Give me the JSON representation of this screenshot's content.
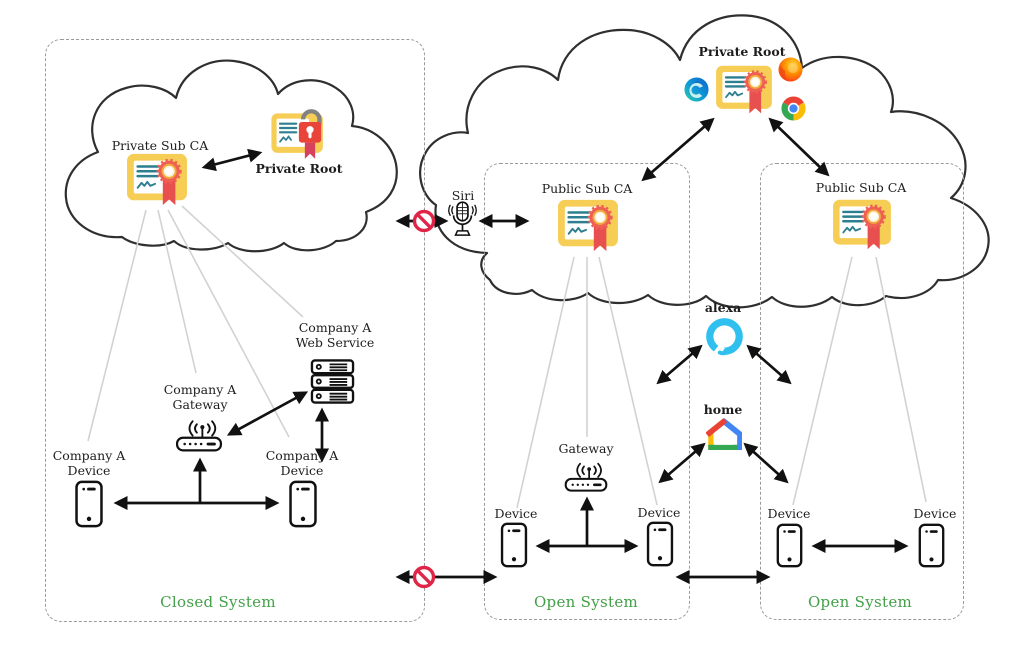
{
  "closed": {
    "system_label": "Closed System",
    "private_sub_ca": "Private Sub CA",
    "private_root": "Private Root",
    "web_service": "Company A\nWeb Service",
    "gateway": "Company A\nGateway",
    "device_left": "Company A\nDevice",
    "device_right": "Company A\nDevice"
  },
  "cloud_public": {
    "private_root": "Private Root",
    "browser_icons": [
      "edge-icon",
      "firefox-icon",
      "chrome-icon"
    ]
  },
  "siri": "Siri",
  "open1": {
    "system_label": "Open System",
    "public_sub_ca": "Public Sub CA",
    "gateway": "Gateway",
    "device_left": "Device",
    "device_right": "Device"
  },
  "assistants": {
    "alexa": "alexa",
    "home": "home"
  },
  "open2": {
    "system_label": "Open System",
    "public_sub_ca": "Public Sub CA",
    "device_left": "Device",
    "device_right": "Device"
  },
  "colors": {
    "system_label_green": "#43a047",
    "prohibited_red": "#e02648",
    "certificate_gold": "#f6cd55",
    "arrow_black": "#111111",
    "trust_line_gray": "#d2d2d2",
    "alexa_blue": "#2fc0ef"
  }
}
